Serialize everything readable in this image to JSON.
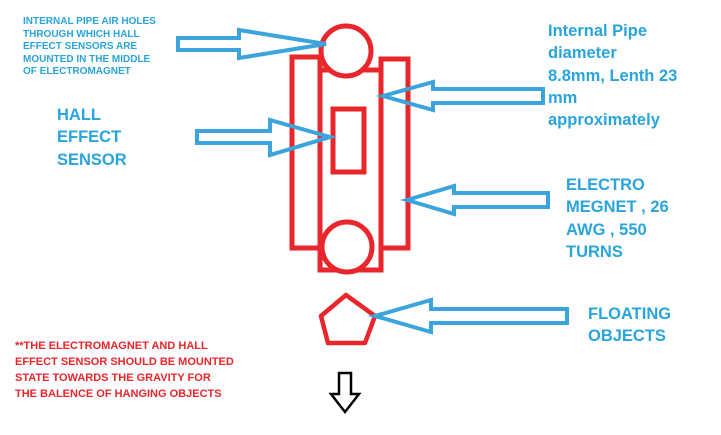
{
  "colors": {
    "label_blue": "#2aa4dc",
    "arrow_blue": "#3ba4dd",
    "structure_red": "#e8262b",
    "note_red": "#e8262b",
    "gravity_arrow": "#000000"
  },
  "labels": {
    "air_holes": [
      "INTERNAL PIPE AIR HOLES",
      "THROUGH WHICH HALL",
      "EFFECT SENSORS ARE",
      "MOUNTED IN THE MIDDLE",
      "OF ELECTROMAGNET"
    ],
    "hall_sensor": [
      "HALL",
      "EFFECT",
      "SENSOR"
    ],
    "pipe_spec": [
      "Internal Pipe",
      "diameter",
      "8.8mm, Lenth 23",
      "mm",
      "approximately"
    ],
    "electromagnet": [
      "ELECTRO",
      "MEGNET , 26",
      "AWG , 550",
      "TURNS"
    ],
    "floating": [
      "FLOATING",
      "OBJECTS"
    ],
    "note": [
      "**THE ELECTROMAGNET AND HALL",
      "EFFECT SENSOR SHOULD BE MOUNTED",
      "STATE TOWARDS THE GRAVITY FOR",
      "THE BALENCE OF HANGING OBJECTS"
    ]
  },
  "icons": {
    "pointer": "arrow-icon",
    "gravity": "down-arrow-icon",
    "object": "pentagon-icon"
  }
}
